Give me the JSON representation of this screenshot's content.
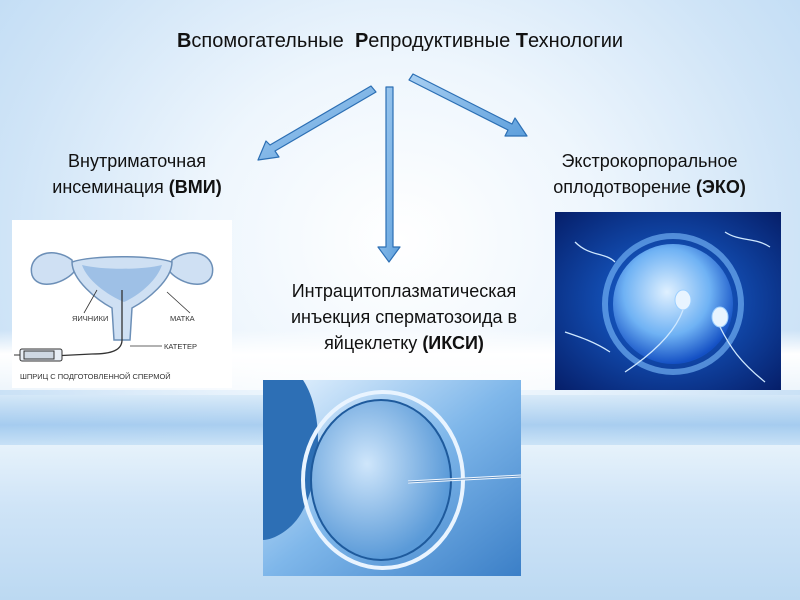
{
  "title": {
    "part1_cap": "В",
    "part1_rest": "спомогательные",
    "part2_cap": "Р",
    "part2_rest": "епродуктивные",
    "part3_cap": "Т",
    "part3_rest": "ехнологии"
  },
  "vmi": {
    "line1": "Внутриматочная",
    "line2_plain": "инсеминация ",
    "line2_bold": "(ВМИ)"
  },
  "eko": {
    "line1": "Экстрокорпоральное",
    "line2_plain": "оплодотворение ",
    "line2_bold": "(ЭКО)"
  },
  "iksi": {
    "line1": "Интрацитоплазматическая",
    "line2": "инъекция сперматозоида в",
    "line3_plain": "яйцеклетку ",
    "line3_bold": "(ИКСИ)"
  },
  "diagram_labels": {
    "ovaries": "ЯИЧНИКИ",
    "uterus": "МАТКА",
    "catheter": "КАТЕТЕР",
    "syringe": "ШПРИЦ С ПОДГОТОВЛЕННОЙ СПЕРМОЙ"
  },
  "colors": {
    "arrow": "#2c6fb4",
    "accent": "#1e6fd0"
  }
}
